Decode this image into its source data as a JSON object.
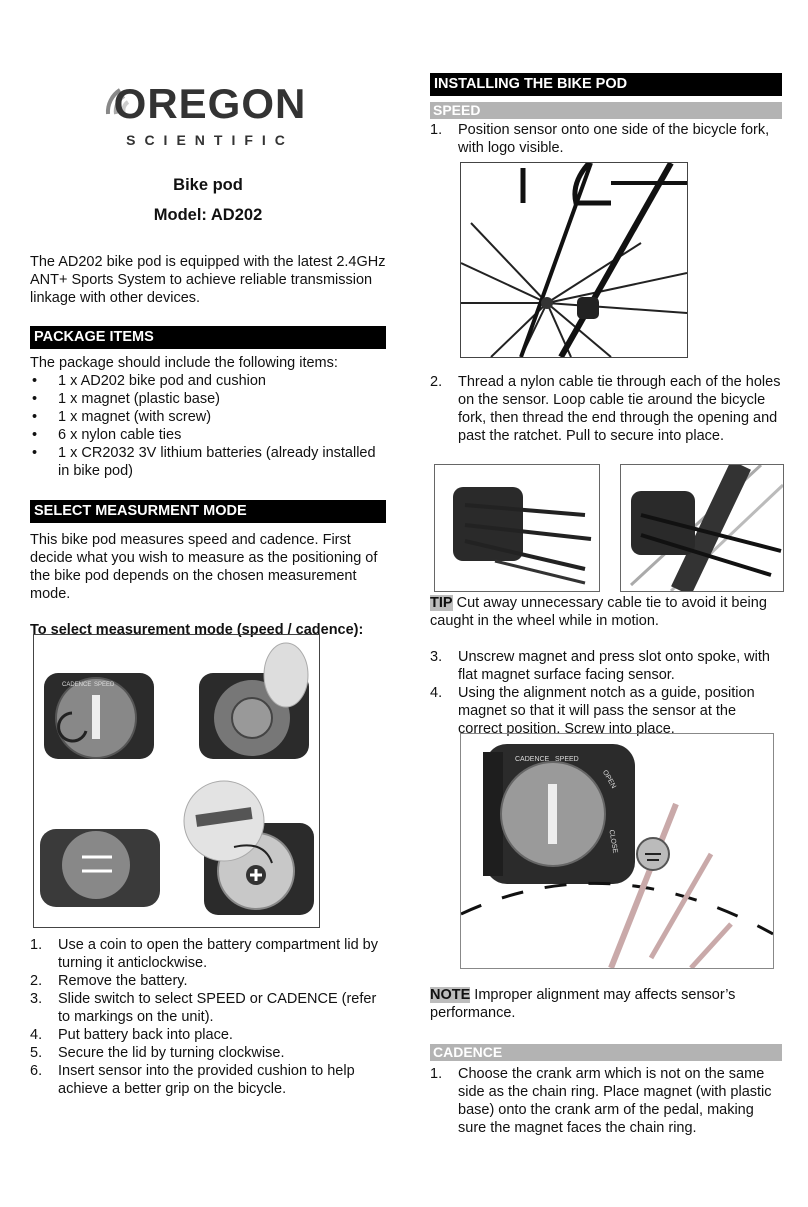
{
  "brand": {
    "name": "OREGON",
    "sub": "SCIENTIFIC"
  },
  "title": "Bike pod",
  "model": "Model: AD202",
  "intro": "The AD202 bike pod is equipped with the latest 2.4GHz ANT+ Sports System to achieve reliable transmission linkage with other devices.",
  "package": {
    "heading": "PACKAGE ITEMS",
    "lead": "The package should include the following items:",
    "items": [
      "1 x AD202 bike pod and cushion",
      "1 x magnet (plastic base)",
      "1 x magnet (with screw)",
      "6 x nylon cable ties",
      "1 x CR2032 3V lithium batteries (already installed in bike pod)"
    ]
  },
  "mode": {
    "heading": "SELECT MEASURMENT MODE",
    "text": "This bike pod measures speed and cadence.  First decide what you wish to measure as the positioning of the bike pod depends on the chosen measurement mode.",
    "subheading": "To select measurement mode (speed / cadence):",
    "steps": [
      "Use a coin to open the battery compartment lid by turning it anticlockwise.",
      "Remove the battery.",
      "Slide switch to select SPEED or CADENCE (refer to markings on the unit).",
      "Put battery back into place.",
      "Secure the lid by turning clockwise.",
      "Insert sensor into the provided cushion to help achieve a better grip on the bicycle."
    ],
    "device_labels": {
      "cadence": "CADENCE",
      "speed": "SPEED",
      "open": "OPEN",
      "close": "CLOSE"
    }
  },
  "install": {
    "heading": "INSTALLING THE BIKE POD",
    "speed": {
      "heading": "SPEED",
      "steps": [
        "Position sensor onto one side of the bicycle fork, with logo visible.",
        "Thread a nylon cable tie through each of the holes on the sensor.  Loop cable tie around the bicycle fork, then thread the end through the opening and past the ratchet.  Pull to secure into place."
      ],
      "tip_label": "TIP",
      "tip_text": " Cut away unnecessary cable tie to avoid it being caught in the wheel while in motion.",
      "steps2": [
        "Unscrew magnet and press slot onto spoke, with flat magnet surface facing sensor.",
        "Using the alignment notch as a guide, position magnet so that it will pass the sensor at the correct position.  Screw into place."
      ],
      "note_label": "NOTE",
      "note_text": " Improper alignment may affects sensor’s performance."
    },
    "cadence": {
      "heading": "CADENCE",
      "steps": [
        "Choose the crank arm which is not on the same side as the chain ring.  Place magnet (with plastic base) onto the crank arm of the pedal, making sure the magnet faces the chain ring."
      ]
    }
  }
}
